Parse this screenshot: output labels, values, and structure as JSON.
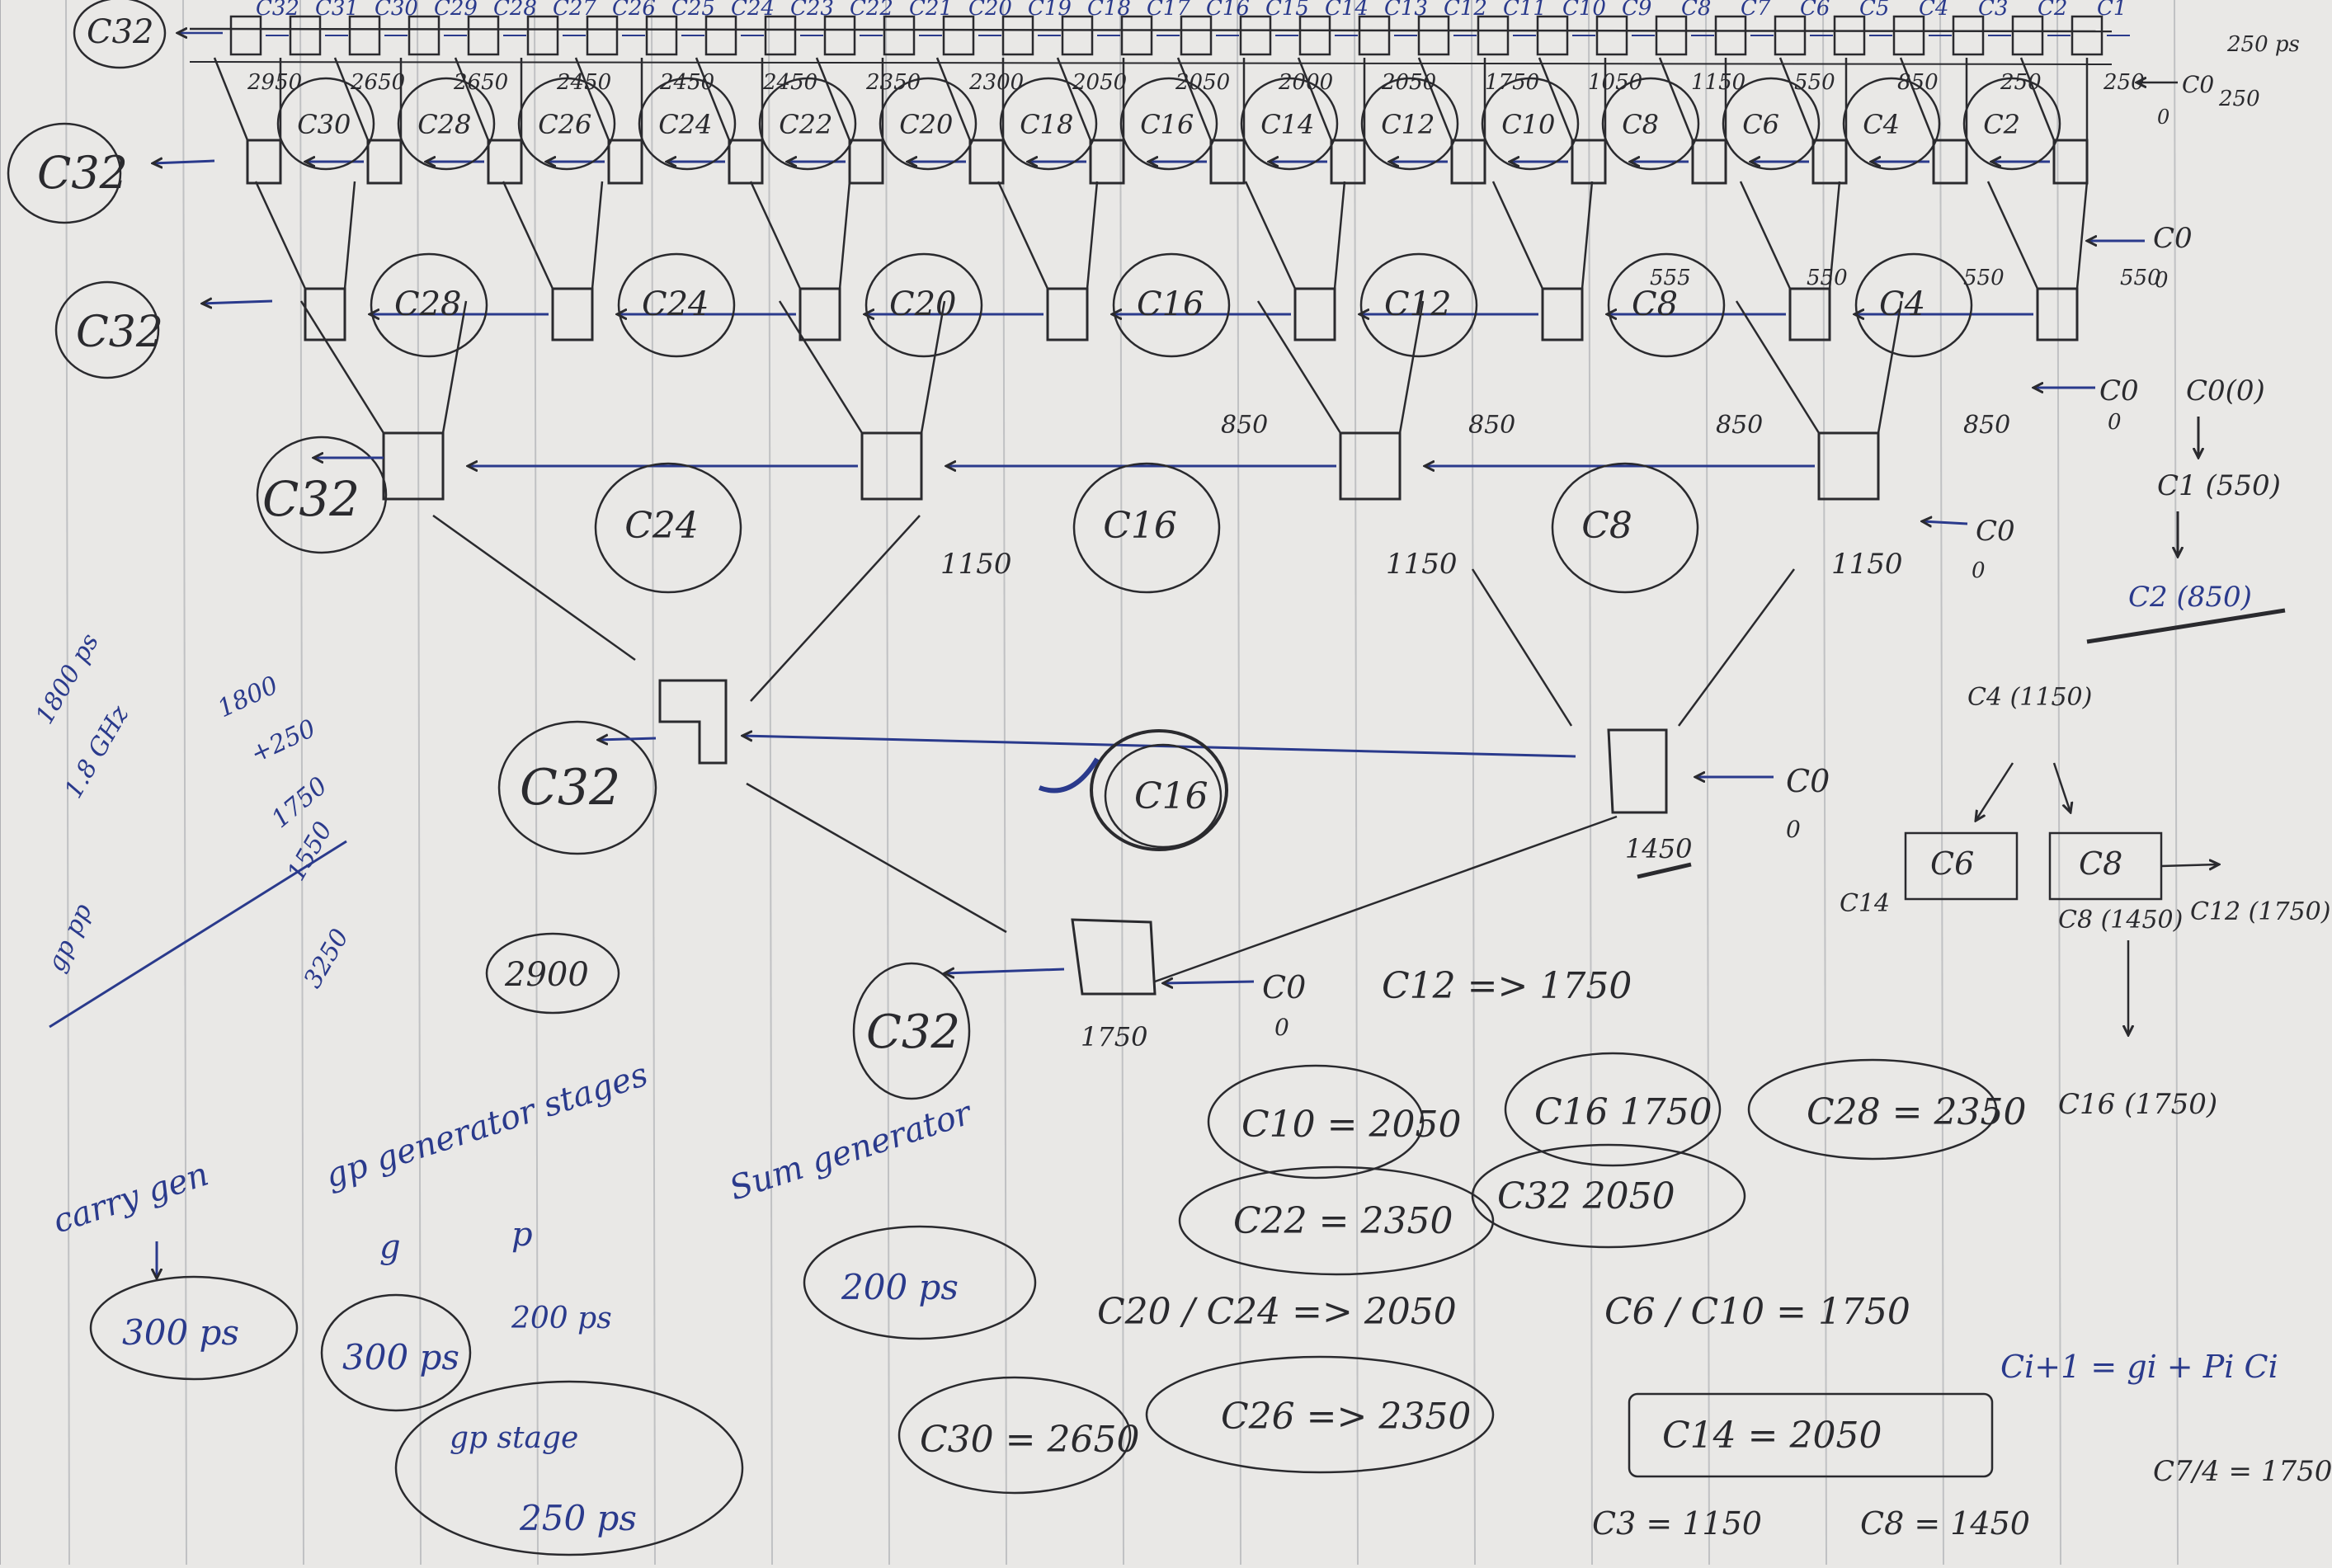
{
  "top_row": {
    "left_label": "C32",
    "right_label": "250 ps",
    "carry_labels": [
      "C32",
      "C31",
      "C30",
      "C29",
      "C28",
      "C27",
      "C26",
      "C25",
      "C24",
      "C23",
      "C22",
      "C21",
      "C20",
      "C19",
      "C18",
      "C17",
      "C16",
      "C15",
      "C14",
      "C13",
      "C12",
      "C11",
      "C10",
      "C9",
      "C8",
      "C7",
      "C6",
      "C5",
      "C4",
      "C3",
      "C2",
      "C1"
    ],
    "times": [
      "2950",
      "2650",
      "2650",
      "2450",
      "2450",
      "2450",
      "2350",
      "2300",
      "2050",
      "2050",
      "2000",
      "2050",
      "1750",
      "1050",
      "1150",
      "550",
      "850",
      "250",
      "250"
    ],
    "c0_label": "C0",
    "c0_value": "0",
    "c0_time": "250"
  },
  "level1": {
    "left_label": "C32",
    "circle_labels": [
      "C30",
      "C28",
      "C26",
      "C24",
      "C22",
      "C20",
      "C18",
      "C16",
      "C14",
      "C12",
      "C10",
      "C8",
      "C6",
      "C4",
      "C2"
    ],
    "times": [
      "555",
      "550",
      "550",
      "550"
    ],
    "c0_label": "C0",
    "c0_value": "0"
  },
  "level2": {
    "left_label": "C32",
    "circle_labels": [
      "C28",
      "C24",
      "C20",
      "C16",
      "C12",
      "C8",
      "C4"
    ],
    "times": [
      "850",
      "850",
      "850",
      "850"
    ],
    "c0_label": "C0",
    "c0_value": "0"
  },
  "level3": {
    "left_label": "C32",
    "circle_labels": [
      "C24",
      "C16",
      "C8"
    ],
    "times": [
      "1150",
      "1150",
      "1150"
    ],
    "c0_label": "C0",
    "c0_value": "0"
  },
  "level4": {
    "left_label": "C32",
    "circle_label": "C16",
    "time": "1450",
    "c0_label": "C0",
    "c0_value": "0"
  },
  "level5": {
    "left_label": "C32",
    "time": "1750",
    "c0_label": "C0",
    "c0_value": "0"
  },
  "right_notes": {
    "chain": [
      "C0(0)",
      "C1 (550)",
      "C2 (850)"
    ],
    "c4": "C4 (1150)",
    "box_c6": "C6",
    "box_c8": "C8",
    "c14": "C14",
    "c8_time": "C8 (1450)",
    "c12": "C12 (1750)",
    "c16": "C16 (1750)"
  },
  "left_notes": {
    "vertical1": "1800 ps",
    "vertical2": "1.8 GHz",
    "sum": [
      "1800",
      "+250",
      "1750",
      "1550",
      "3250"
    ],
    "gp": "gp pp",
    "total": "2900"
  },
  "results": {
    "c12": "C12 => 1750",
    "c10": "C10 = 2050",
    "c16": "C16 1750",
    "c28": "C28 = 2350",
    "c22": "C22 = 2350",
    "c32": "C32 2050",
    "c20_c24": "C20 / C24 => 2050",
    "c6_c10": "C6 / C10 = 1750",
    "c30": "C30 = 2650",
    "c26": "C26 => 2350",
    "c14": "C14 = 2050",
    "c3": "C3 = 1150",
    "c8": "C8 = 1450",
    "ci": "Ci+1 = gi + Pi Ci",
    "c7": "C7/4 = 1750"
  },
  "legend": {
    "carry": "carry gen",
    "gp": "gp generator stages",
    "sum": "Sum generator",
    "g": "g",
    "p": "p",
    "t300a": "300 ps",
    "t300b": "300 ps",
    "t200": "200 ps",
    "t200b": "200 ps",
    "gp_stage": "gp stage",
    "t250": "250 ps"
  },
  "colors": {
    "paper": "#e9e8e6",
    "rule": "#9fa2a8",
    "ink_black": "#2a2a2e",
    "ink_blue": "#2a3a8c"
  }
}
